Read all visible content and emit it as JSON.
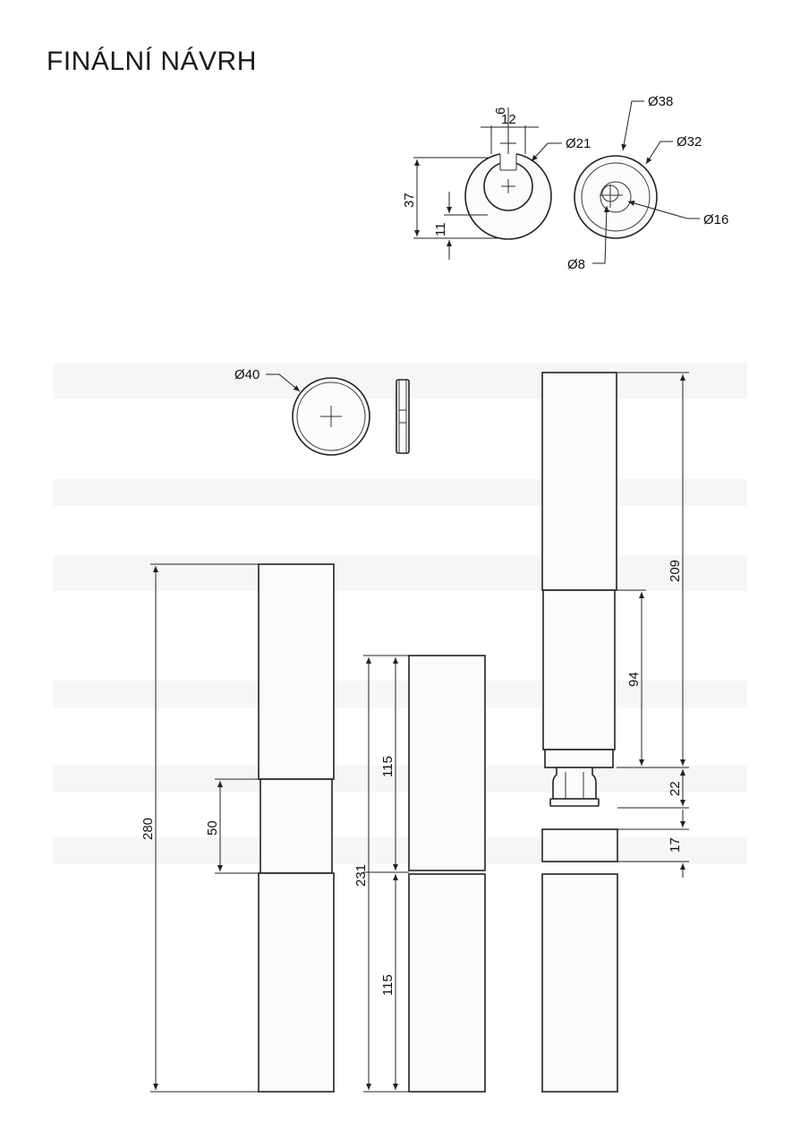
{
  "title": "FINÁLNÍ NÁVRH",
  "colors": {
    "line": "#222222",
    "background": "#ffffff",
    "band": "#f4f4f4"
  },
  "top_views": {
    "left": {
      "labels": {
        "w6": "6",
        "w12": "12",
        "d21": "Ø21",
        "h37": "37",
        "h11": "11"
      }
    },
    "right": {
      "labels": {
        "d38": "Ø38",
        "d32": "Ø32",
        "d16": "Ø16",
        "d8": "Ø8"
      }
    }
  },
  "cap": {
    "labels": {
      "d40": "Ø40"
    }
  },
  "assembled": {
    "labels": {
      "h280": "280",
      "h50": "50"
    }
  },
  "two_leaves": {
    "labels": {
      "h231": "231",
      "h115a": "115",
      "h115b": "115"
    }
  },
  "exploded": {
    "labels": {
      "h209": "209",
      "h94": "94",
      "h22": "22",
      "h17": "17"
    }
  }
}
